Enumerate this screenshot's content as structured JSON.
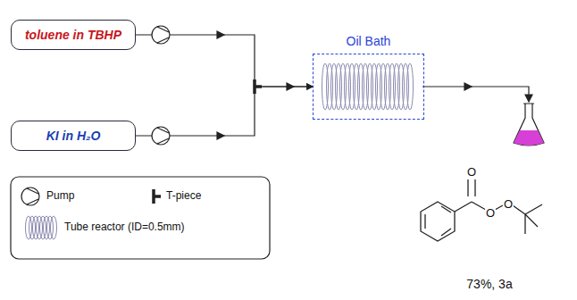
{
  "diagram": {
    "nodes": [
      {
        "text": [
          "toluene in TBHP"
        ]
      },
      {
        "text": [
          "KI in H₂O"
        ]
      },
      {
        "text": [
          "Oil Bath"
        ]
      }
    ],
    "edges": [
      {
        "from": 0,
        "to": 2,
        "arrow": "to"
      },
      {
        "from": 1,
        "to": 2,
        "arrow": "to"
      }
    ],
    "labels": [
      "O",
      "O",
      "O",
      "73%, 3a"
    ],
    "legend": [
      {
        "text": "Pump"
      },
      {
        "text": "T-piece"
      },
      {
        "text": "Tube reactor (ID=0.5mm)"
      }
    ]
  }
}
